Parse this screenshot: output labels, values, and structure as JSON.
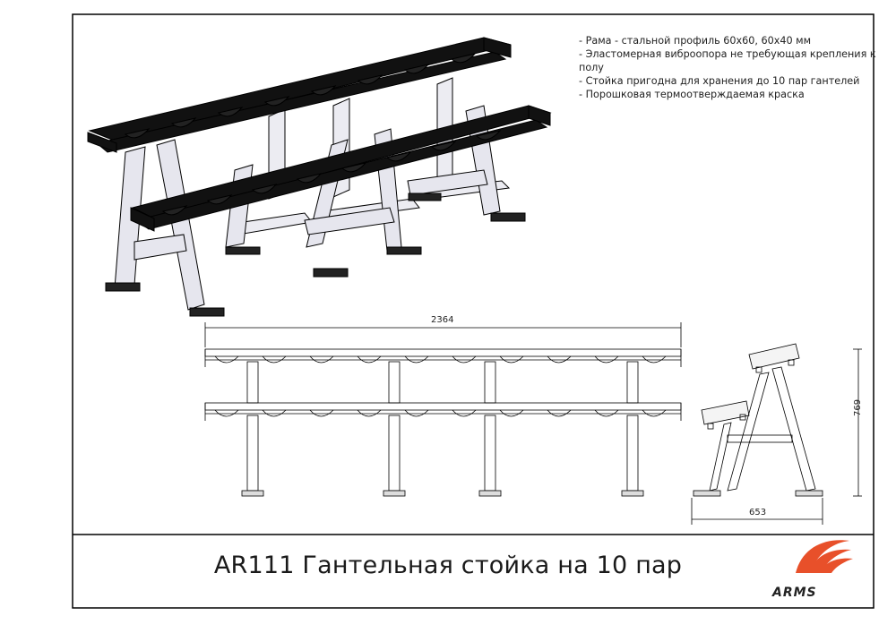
{
  "specs": [
    "- Рама - стальной профиль 60х60, 60х40 мм",
    "- Эластомерная виброопора не требующая крепления к полу",
    "- Стойка пригодна для хранения до 10 пар гантелей",
    "- Порошковая термоотверждаемая краска"
  ],
  "dimensions": {
    "length": "2364",
    "height": "769",
    "depth": "653"
  },
  "title": "AR111 Гантельная стойка на 10 пар",
  "logo": {
    "text": "ARMS",
    "accent": "#e8502a"
  },
  "colors": {
    "frame": "#111111",
    "legs": "#e6e6ee",
    "border": "#000000"
  }
}
